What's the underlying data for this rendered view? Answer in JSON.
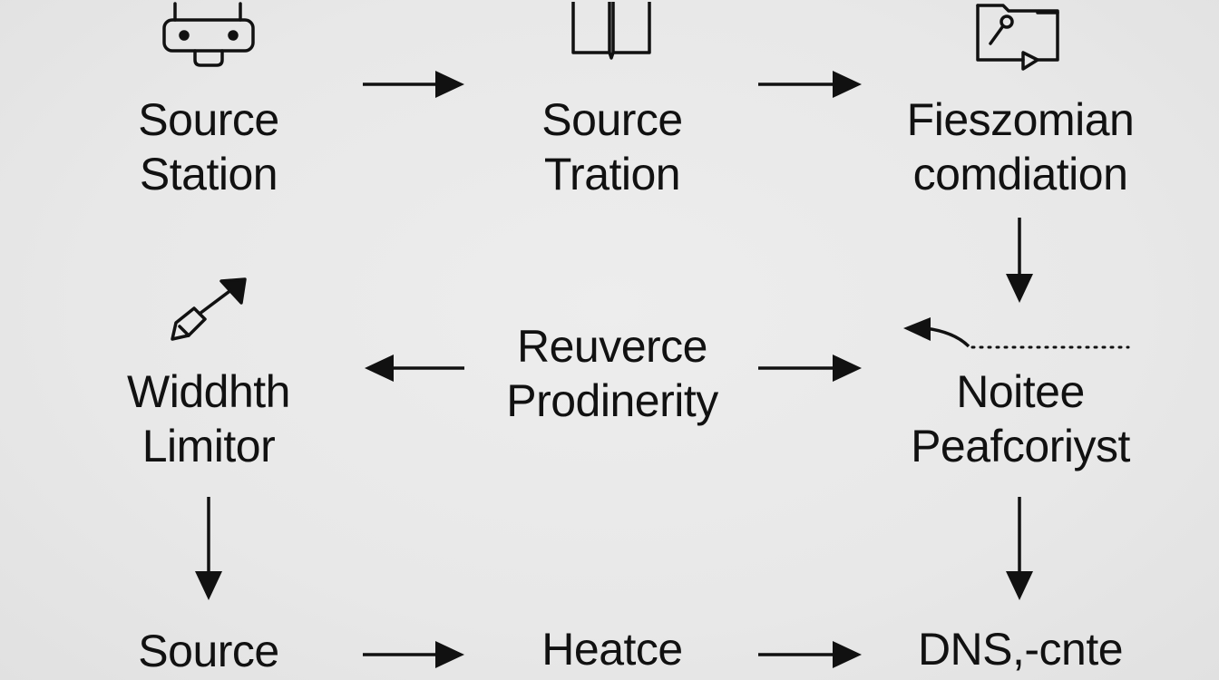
{
  "nodes": {
    "source_station": {
      "line1": "Source",
      "line2": "Station",
      "icon": "vr-headset-icon"
    },
    "source_tration": {
      "line1": "Source",
      "line2": "Tration",
      "icon": "open-book-icon"
    },
    "fieszomian": {
      "line1": "Fieszomian",
      "line2": "comdiation",
      "icon": "folder-pin-icon"
    },
    "widdhth_limitor": {
      "line1": "Widdhth",
      "line2": "Limitor",
      "icon": "pen-arrow-icon"
    },
    "reuverce": {
      "line1": "Reuverce",
      "line2": "Prodinerity"
    },
    "noitee": {
      "line1": "Noitee",
      "line2": "Peafcoriyst"
    },
    "source_bottom": {
      "line1": "Source"
    },
    "heatce": {
      "line1": "Heatce"
    },
    "dns_cnte": {
      "line1": "DNS,-cnte"
    }
  },
  "colors": {
    "ink": "#111111",
    "background": "#e9e9e9"
  }
}
